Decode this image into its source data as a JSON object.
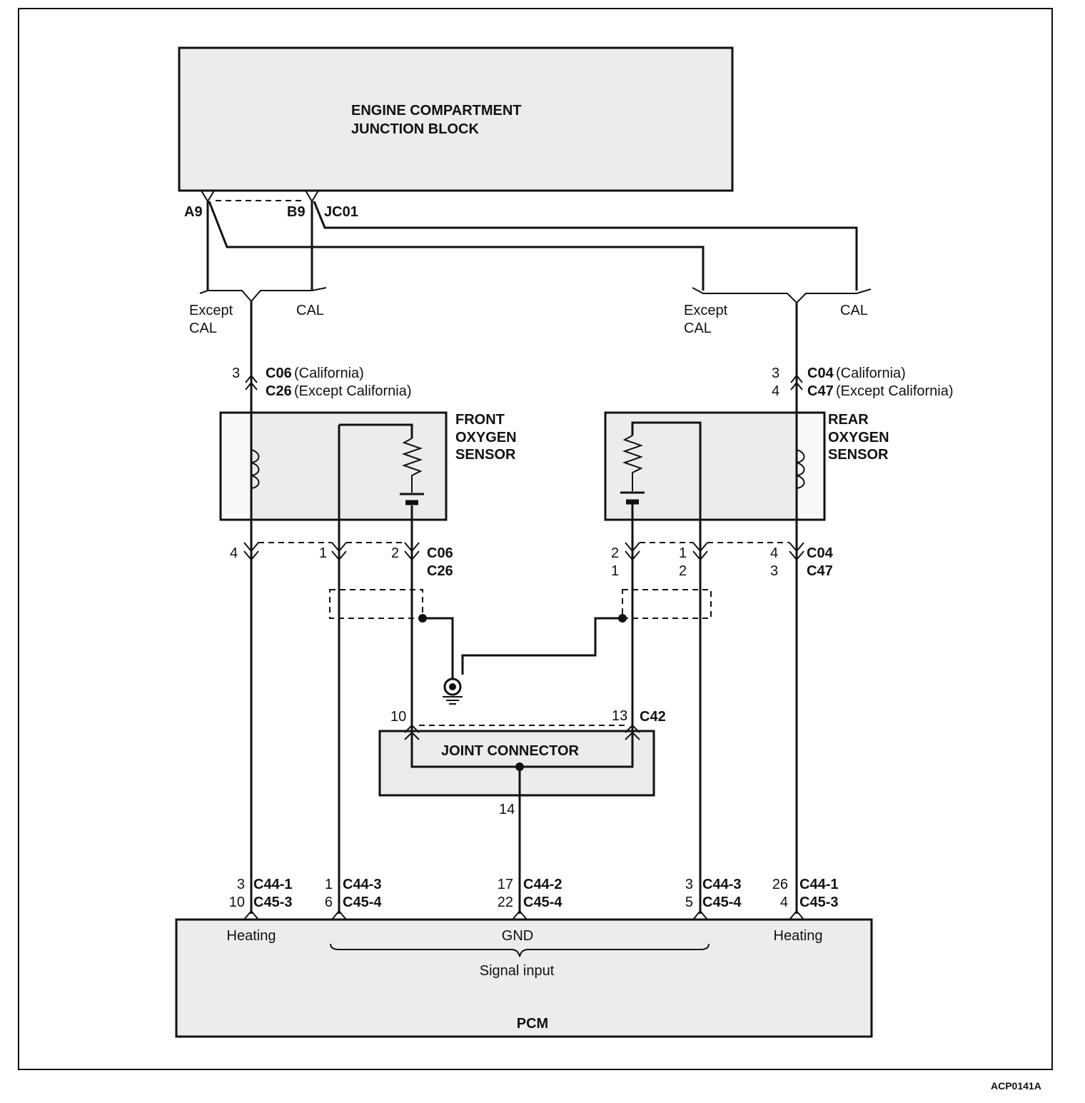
{
  "junction_block": {
    "title_line1": "ENGINE COMPARTMENT",
    "title_line2": "JUNCTION BLOCK",
    "pin_a": "A9",
    "pin_b": "B9",
    "connector": "JC01"
  },
  "options": {
    "except_l1": "Except",
    "except_l2": "CAL",
    "cal": "CAL"
  },
  "front_sensor": {
    "title_l1": "FRONT",
    "title_l2": "OXYGEN",
    "title_l3": "SENSOR",
    "top_pin": "3",
    "top_conn1_code": "C06",
    "top_conn1_note": "(California)",
    "top_conn2_code": "C26",
    "top_conn2_note": "(Except California)",
    "pin_heater": "4",
    "pin_signal": "1",
    "pin_ground": "2",
    "bottom_conn1": "C06",
    "bottom_conn2": "C26"
  },
  "rear_sensor": {
    "title_l1": "REAR",
    "title_l2": "OXYGEN",
    "title_l3": "SENSOR",
    "top_pin1": "3",
    "top_pin2": "4",
    "top_conn1_code": "C04",
    "top_conn1_note": "(California)",
    "top_conn2_code": "C47",
    "top_conn2_note": "(Except California)",
    "pin_ground_1": "2",
    "pin_ground_2": "1",
    "pin_signal_1": "1",
    "pin_signal_2": "2",
    "pin_heater_1": "4",
    "pin_heater_2": "3",
    "bottom_conn1": "C04",
    "bottom_conn2": "C47"
  },
  "joint_connector": {
    "title": "JOINT CONNECTOR",
    "pin_left": "10",
    "pin_right": "13",
    "connector": "C42",
    "pin_bottom": "14"
  },
  "pcm_pins": [
    {
      "p1": "3",
      "c1": "C44-1",
      "p2": "10",
      "c2": "C45-3"
    },
    {
      "p1": "1",
      "c1": "C44-3",
      "p2": "6",
      "c2": "C45-4"
    },
    {
      "p1": "17",
      "c1": "C44-2",
      "p2": "22",
      "c2": "C45-4"
    },
    {
      "p1": "3",
      "c1": "C44-3",
      "p2": "5",
      "c2": "C45-4"
    },
    {
      "p1": "26",
      "c1": "C44-1",
      "p2": "4",
      "c2": "C45-3"
    }
  ],
  "pcm": {
    "heating_left": "Heating",
    "gnd": "GND",
    "heating_right": "Heating",
    "signal_input": "Signal input",
    "title": "PCM"
  },
  "figure_code": "ACP0141A"
}
